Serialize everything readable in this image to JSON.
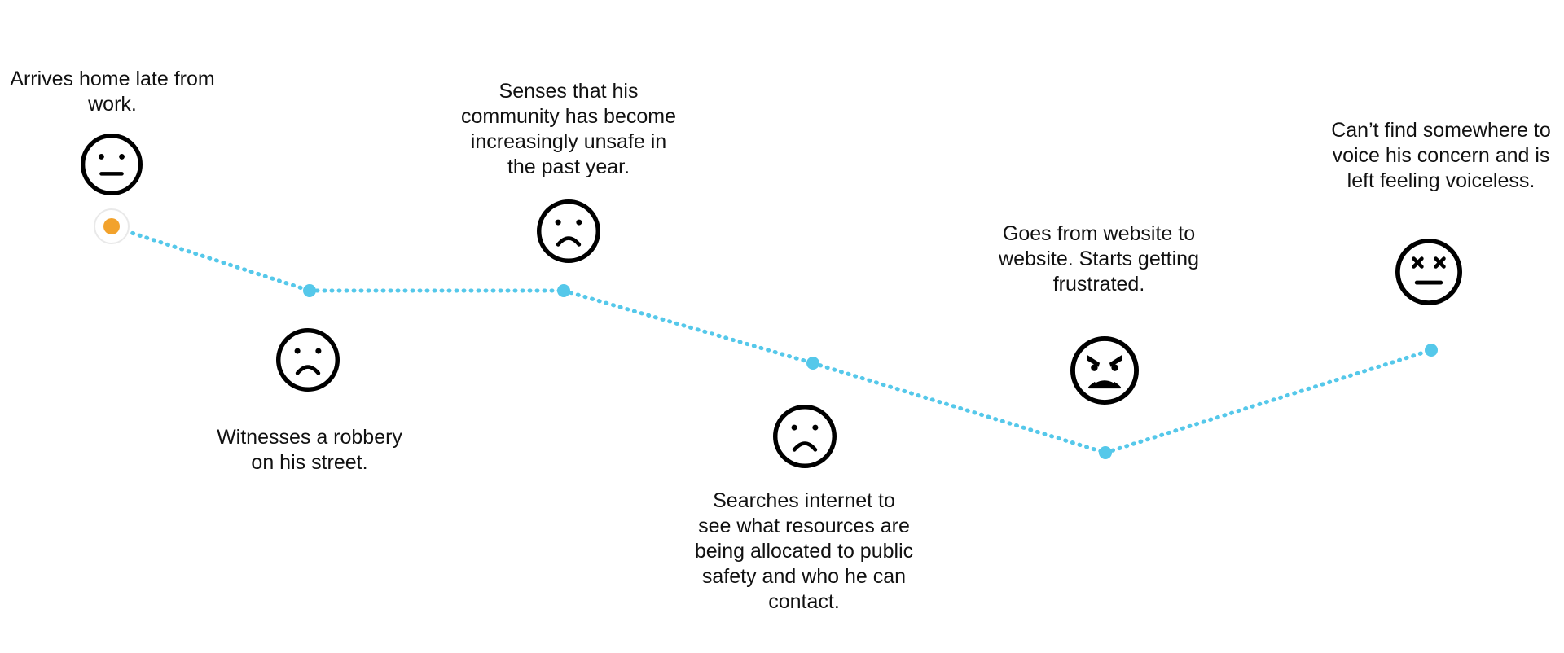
{
  "colors": {
    "line": "#55c8ea",
    "start_point": "#f2a22c",
    "face": "#000000"
  },
  "steps": [
    {
      "label": "Arrives home late from work.",
      "emotion": "neutral-face-icon"
    },
    {
      "label": "Witnesses a robbery on his street.",
      "emotion": "frowning-face-icon"
    },
    {
      "label": "Senses that his community has become increasingly unsafe in the past year.",
      "emotion": "frowning-face-icon"
    },
    {
      "label": "Searches internet to see what resources are being allocated to public safety and who he can contact.",
      "emotion": "frowning-face-icon"
    },
    {
      "label": "Goes from website to website. Starts getting frustrated.",
      "emotion": "angry-face-icon"
    },
    {
      "label": "Can’t find somewhere to voice his concern and is left feeling voiceless.",
      "emotion": "dizzy-face-icon"
    }
  ]
}
